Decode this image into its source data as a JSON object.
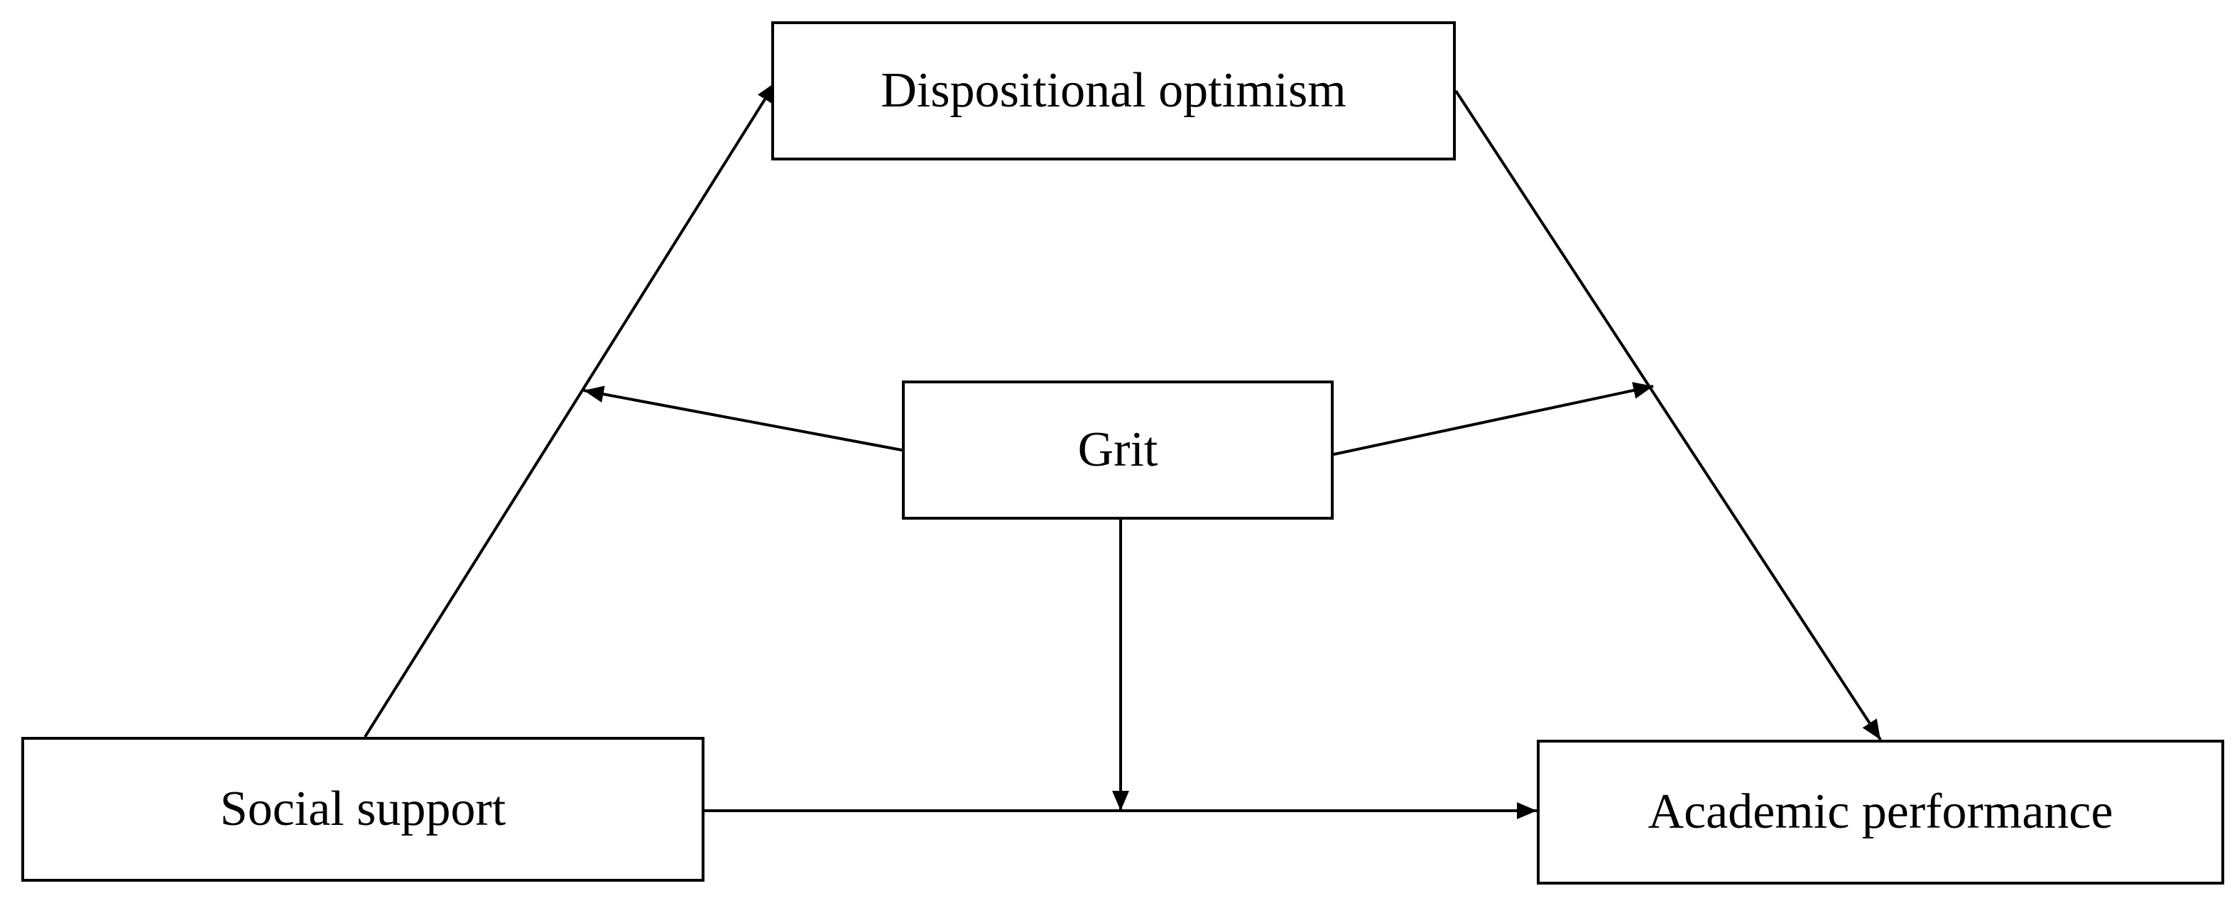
{
  "diagram": {
    "nodes": {
      "optimism": {
        "label": "Dispositional optimism"
      },
      "grit": {
        "label": "Grit"
      },
      "social": {
        "label": "Social support"
      },
      "academic": {
        "label": "Academic performance"
      }
    },
    "edges": [
      {
        "from": "social",
        "to": "optimism",
        "kind": "path"
      },
      {
        "from": "optimism",
        "to": "academic",
        "kind": "path"
      },
      {
        "from": "social",
        "to": "academic",
        "kind": "path"
      },
      {
        "from": "grit",
        "to": "social-optimism-path",
        "kind": "moderation"
      },
      {
        "from": "grit",
        "to": "optimism-academic-path",
        "kind": "moderation"
      },
      {
        "from": "grit",
        "to": "social-academic-path",
        "kind": "moderation"
      }
    ],
    "colors": {
      "line": "#000000",
      "background": "#ffffff"
    }
  }
}
